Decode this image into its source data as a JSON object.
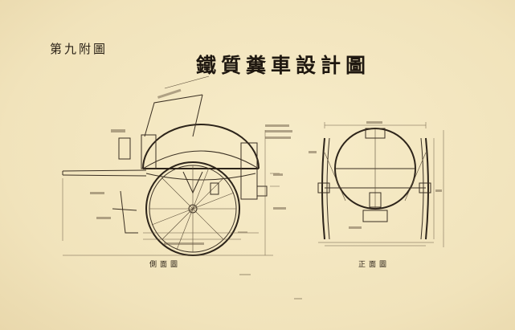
{
  "figure_label": "第九附圖",
  "title": "鐵質糞車設計圖",
  "views": {
    "side": {
      "caption": "側面圖"
    },
    "front": {
      "caption": "正面圖"
    }
  }
}
